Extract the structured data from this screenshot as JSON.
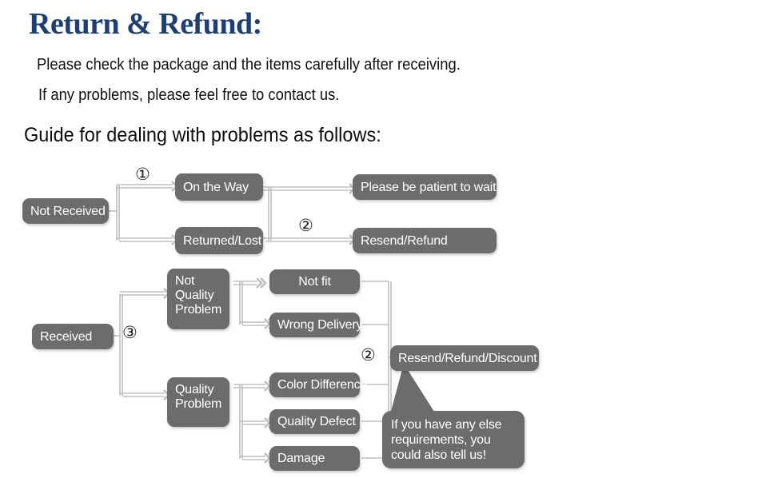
{
  "header": {
    "title": "Return & Refund:",
    "intro_line_1": "Please check the package and the items carefully after receiving.",
    "intro_line_2": "If any problems, please feel free to contact us.",
    "guide_heading": "Guide for dealing with problems as follows:",
    "title_color": "#1c3f7c",
    "text_color": "#101010"
  },
  "flowchart": {
    "node_color": "#6d6c6c",
    "node_text_color": "#ffffff",
    "connector_color": "#b9b9b9",
    "nodes": {
      "not_received": "Not Received",
      "on_the_way": "On the Way",
      "returned_lost": "Returned/Lost",
      "please_be_patient": "Please be patient to wait",
      "resend_refund": "Resend/Refund",
      "received": "Received",
      "not_quality_problem": "Not\nQuality\nProblem",
      "quality_problem": "Quality\nProblem",
      "not_fit": "Not fit",
      "wrong_delivery": "Wrong Delivery",
      "color_difference": "Color Difference",
      "quality_defect": "Quality Defect",
      "damage": "Damage",
      "resend_refund_discount": "Resend/Refund/Discount"
    },
    "step_markers": {
      "one": "①",
      "two_top": "②",
      "two_bottom": "②",
      "three": "③"
    },
    "callout": "If you have any else\nrequirements, you could\nalso tell us!"
  }
}
